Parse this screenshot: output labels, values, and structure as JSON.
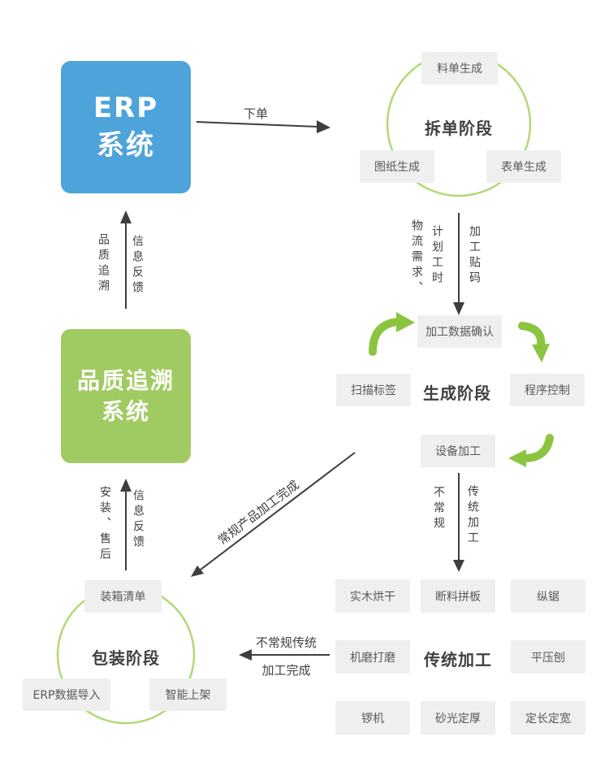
{
  "colors": {
    "erp_blue": "#4ea3da",
    "quality_green": "#a0cb62",
    "cycle_arrow_green": "#8bc53f",
    "circle_green": "#b2d878",
    "box_gray": "#f0efef",
    "arrow_dark": "#3e3e3e"
  },
  "erp_system": {
    "line1": "ERP",
    "line2": "系统"
  },
  "quality_system": {
    "line1": "品质追溯",
    "line2": "系统"
  },
  "stages": {
    "split": "拆单阶段",
    "generate": "生成阶段",
    "traditional": "传统加工",
    "packaging": "包装阶段"
  },
  "process_boxes": {
    "material_list": "料单生成",
    "drawing_gen": "图纸生成",
    "form_gen": "表单生成",
    "process_data_confirm": "加工数据确认",
    "scan_label": "扫描标签",
    "program_control": "程序控制",
    "equipment_processing": "设备加工",
    "solid_wood_drying": "实木烘干",
    "cutting_splicing": "断料拼板",
    "rip_saw": "纵锯",
    "machine_grinding": "机磨打磨",
    "planer": "平压刨",
    "router": "锣机",
    "sanding_thickness": "砂光定厚",
    "fixed_length_width": "定长定宽",
    "packing_list": "装箱清单",
    "erp_data_import": "ERP数据导入",
    "smart_shelving": "智能上架"
  },
  "arrow_labels": {
    "place_order": "下单",
    "logistics_demand": "物流需求、",
    "planned_hours": "计划工时",
    "process_coding": "加工贴码",
    "non_conventional": "不常规",
    "traditional_processing": "传统加工",
    "non_conv_done_line1": "不常规传统",
    "non_conv_done_line2": "加工完成",
    "conventional_done": "常规产品加工完成",
    "install_aftersales": "安装、售后",
    "info_feedback_packaging": "信息反馈",
    "quality_trace": "品质追溯",
    "info_feedback_erp": "信息反馈"
  }
}
